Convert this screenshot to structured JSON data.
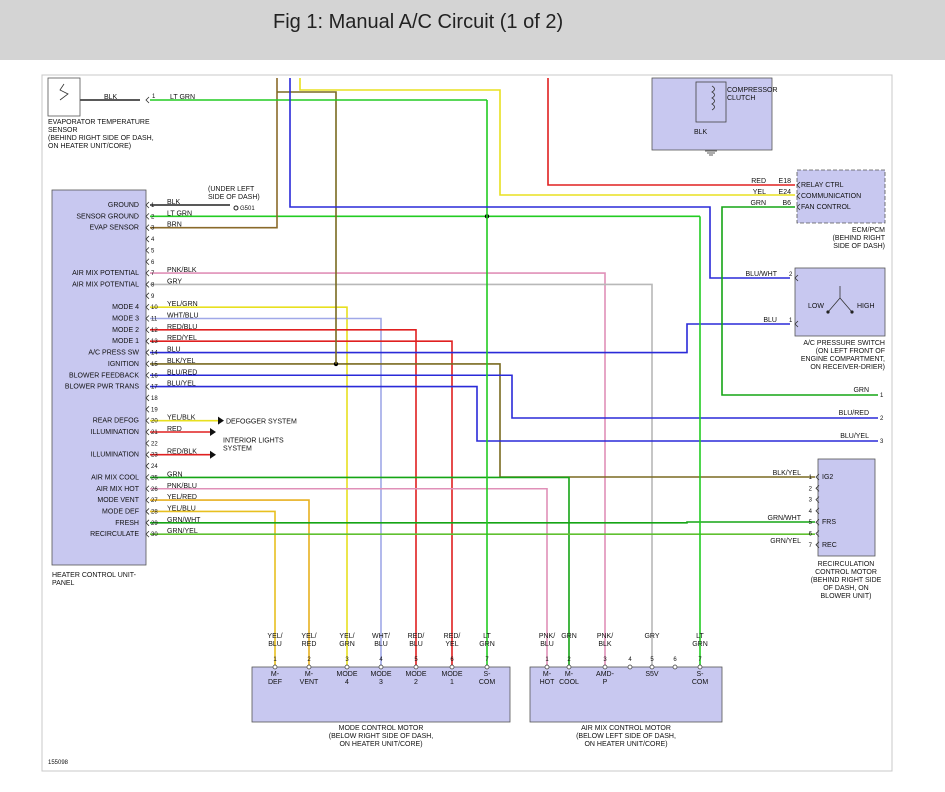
{
  "header": {
    "title": "Fig 1: Manual A/C Circuit (1 of 2)"
  },
  "colors": {
    "lt_grn": "#22cc22",
    "grn": "#15a515",
    "blu": "#2a2ad8",
    "red": "#e02020",
    "yel": "#e8e020",
    "brn": "#8a6a2a",
    "pnk": "#e090b8",
    "gry": "#b8b8b8",
    "whtblu": "#a0a8e8",
    "box": "#c8c8f0"
  },
  "hcu": {
    "name": "HEATER CONTROL UNIT-\nPANEL",
    "pins": [
      {
        "num": "1",
        "label": "GROUND",
        "wire": "BLK"
      },
      {
        "num": "2",
        "label": "SENSOR GROUND",
        "wire": "LT GRN"
      },
      {
        "num": "3",
        "label": "EVAP SENSOR",
        "wire": "BRN"
      },
      {
        "num": "4",
        "label": "",
        "wire": ""
      },
      {
        "num": "5",
        "label": "",
        "wire": ""
      },
      {
        "num": "6",
        "label": "",
        "wire": ""
      },
      {
        "num": "7",
        "label": "AIR MIX POTENTIAL",
        "wire": "PNK/BLK"
      },
      {
        "num": "8",
        "label": "AIR MIX POTENTIAL",
        "wire": "GRY"
      },
      {
        "num": "9",
        "label": "",
        "wire": ""
      },
      {
        "num": "10",
        "label": "MODE 4",
        "wire": "YEL/GRN"
      },
      {
        "num": "11",
        "label": "MODE 3",
        "wire": "WHT/BLU"
      },
      {
        "num": "12",
        "label": "MODE 2",
        "wire": "RED/BLU"
      },
      {
        "num": "13",
        "label": "MODE 1",
        "wire": "RED/YEL"
      },
      {
        "num": "14",
        "label": "A/C PRESS SW",
        "wire": "BLU"
      },
      {
        "num": "15",
        "label": "IGNITION",
        "wire": "BLK/YEL"
      },
      {
        "num": "16",
        "label": "BLOWER FEEDBACK",
        "wire": "BLU/RED"
      },
      {
        "num": "17",
        "label": "BLOWER PWR TRANS",
        "wire": "BLU/YEL"
      },
      {
        "num": "18",
        "label": "",
        "wire": ""
      },
      {
        "num": "19",
        "label": "",
        "wire": ""
      },
      {
        "num": "20",
        "label": "REAR DEFOG",
        "wire": "YEL/BLK"
      },
      {
        "num": "21",
        "label": "ILLUMINATION",
        "wire": "RED"
      },
      {
        "num": "22",
        "label": "",
        "wire": ""
      },
      {
        "num": "23",
        "label": "ILLUMINATION",
        "wire": "RED/BLK"
      },
      {
        "num": "24",
        "label": "",
        "wire": ""
      },
      {
        "num": "25",
        "label": "AIR MIX COOL",
        "wire": "GRN"
      },
      {
        "num": "26",
        "label": "AIR MIX HOT",
        "wire": "PNK/BLU"
      },
      {
        "num": "27",
        "label": "MODE VENT",
        "wire": "YEL/RED"
      },
      {
        "num": "28",
        "label": "MODE DEF",
        "wire": "YEL/BLU"
      },
      {
        "num": "29",
        "label": "FRESH",
        "wire": "GRN/WHT"
      },
      {
        "num": "30",
        "label": "RECIRCULATE",
        "wire": "GRN/YEL"
      }
    ]
  },
  "evap_sensor": {
    "name": "EVAPORATOR TEMPERATURE\nSENSOR\n(BEHIND RIGHT SIDE OF DASH,\nON HEATER UNIT/CORE)",
    "wire_left": "BLK",
    "pin": "1",
    "wire_right": "LT GRN"
  },
  "ground": {
    "note": "(UNDER LEFT\nSIDE OF DASH)",
    "id": "G501"
  },
  "compressor": {
    "name": "COMPRESSOR\nCLUTCH",
    "wire": "BLK"
  },
  "ecm": {
    "name": "ECM/PCM\n(BEHIND RIGHT\nSIDE OF DASH)",
    "rows": [
      {
        "wire": "RED",
        "pin": "E18",
        "label": "RELAY CTRL"
      },
      {
        "wire": "YEL",
        "pin": "E24",
        "label": "COMMUNICATION"
      },
      {
        "wire": "GRN",
        "pin": "B6",
        "label": "FAN CONTROL"
      }
    ]
  },
  "ac_switch": {
    "name": "A/C PRESSURE SWITCH\n(ON LEFT FRONT OF\nENGINE COMPARTMENT,\nON RECEIVER-DRIER)",
    "low": "LOW",
    "high": "HIGH",
    "rows": [
      {
        "wire": "BLU/WHT",
        "pin": "2"
      },
      {
        "wire": "BLU",
        "pin": "1"
      }
    ]
  },
  "offpage": [
    {
      "wire": "GRN",
      "num": "1"
    },
    {
      "wire": "BLU/RED",
      "num": "2"
    },
    {
      "wire": "BLU/YEL",
      "num": "3"
    }
  ],
  "defogger": "DEFOGGER SYSTEM",
  "interior": "INTERIOR LIGHTS\nSYSTEM",
  "recirc": {
    "name": "RECIRCULATION\nCONTROL MOTOR\n(BEHIND RIGHT SIDE\nOF DASH, ON\nBLOWER UNIT)",
    "rows": [
      {
        "wire": "BLK/YEL",
        "pin": "1",
        "label": "IG2"
      },
      {
        "wire": "",
        "pin": "2",
        "label": ""
      },
      {
        "wire": "",
        "pin": "3",
        "label": ""
      },
      {
        "wire": "",
        "pin": "4",
        "label": ""
      },
      {
        "wire": "GRN/WHT",
        "pin": "5",
        "label": "FRS"
      },
      {
        "wire": "",
        "pin": "6",
        "label": ""
      },
      {
        "wire": "GRN/YEL",
        "pin": "7",
        "label": "REC"
      }
    ]
  },
  "mode_motor": {
    "name": "MODE CONTROL MOTOR\n(BELOW RIGHT SIDE OF DASH,\nON HEATER UNIT/CORE)",
    "pins": [
      {
        "wire": "YEL/\nBLU",
        "num": "1",
        "label": "M-\nDEF"
      },
      {
        "wire": "YEL/\nRED",
        "num": "2",
        "label": "M-\nVENT"
      },
      {
        "wire": "YEL/\nGRN",
        "num": "3",
        "label": "MODE\n4"
      },
      {
        "wire": "WHT/\nBLU",
        "num": "4",
        "label": "MODE\n3"
      },
      {
        "wire": "RED/\nBLU",
        "num": "5",
        "label": "MODE\n2"
      },
      {
        "wire": "RED/\nYEL",
        "num": "6",
        "label": "MODE\n1"
      },
      {
        "wire": "LT\nGRN",
        "num": "7",
        "label": "S-\nCOM"
      }
    ]
  },
  "air_motor": {
    "name": "AIR MIX CONTROL MOTOR\n(BELOW LEFT SIDE OF DASH,\nON HEATER UNIT/CORE)",
    "pins": [
      {
        "wire": "PNK/\nBLU",
        "num": "1",
        "label": "M-\nHOT"
      },
      {
        "wire": "GRN",
        "num": "2",
        "label": "M-\nCOOL"
      },
      {
        "wire": "PNK/\nBLK",
        "num": "3",
        "label": "AMD-\nP"
      },
      {
        "wire": "",
        "num": "4",
        "label": ""
      },
      {
        "wire": "GRY",
        "num": "5",
        "label": "S5V"
      },
      {
        "wire": "",
        "num": "6",
        "label": ""
      },
      {
        "wire": "LT\nGRN",
        "num": "7",
        "label": "S-\nCOM"
      }
    ]
  },
  "figure_id": "155098"
}
